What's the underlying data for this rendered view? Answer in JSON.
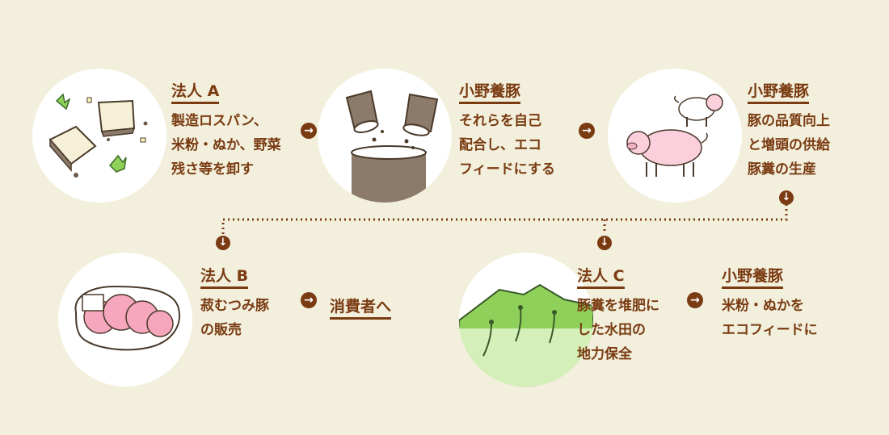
{
  "steps": [
    {
      "title": "法人 A",
      "lines": [
        "製造ロスパン、",
        "米粉・ぬか、野菜",
        "残さ等を卸す"
      ]
    },
    {
      "title": "小野養豚",
      "lines": [
        "それらを自己",
        "配合し、エコ",
        "フィードにする"
      ]
    },
    {
      "title": "小野養豚",
      "lines": [
        "豚の品質向上",
        "と増頭の供給",
        "豚糞の生産"
      ]
    },
    {
      "title": "法人 B",
      "lines": [
        "菽むつみ豚",
        "の販売"
      ]
    },
    {
      "title": "消費者へ",
      "lines": []
    },
    {
      "title": "法人 C",
      "lines": [
        "豚糞を堆肥に",
        "した水田の",
        "地力保全"
      ]
    },
    {
      "title": "小野養豚",
      "lines": [
        "米粉・ぬかを",
        "エコフィードに"
      ]
    }
  ],
  "arrows": {
    "right": "→",
    "down": "↓"
  },
  "colors": {
    "background": "#f2efdc",
    "accent": "#7a3b12",
    "circle": "#ffffff"
  },
  "icons": [
    "bread-icon",
    "cups-icon",
    "pigs-icon",
    "meat-icon",
    "field-icon"
  ]
}
